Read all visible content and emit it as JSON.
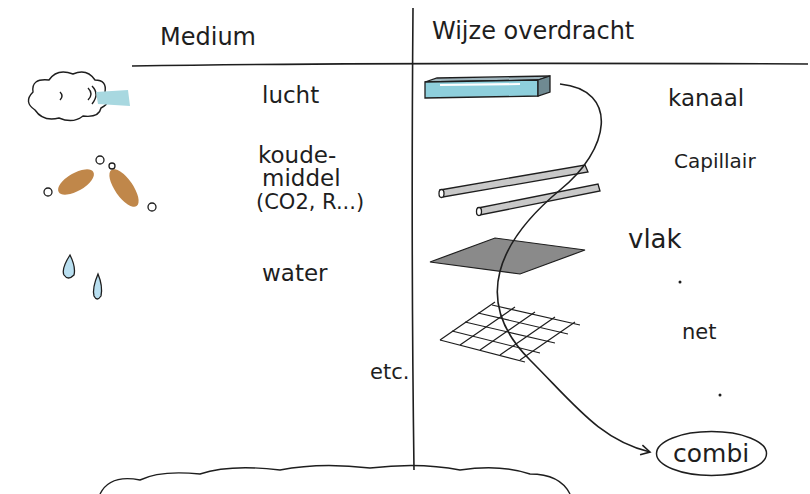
{
  "diagram": {
    "nodes": [
      {
        "text": [
          "combi"
        ]
      }
    ],
    "labels": [
      "Medium",
      "Wijze overdracht",
      "lucht",
      "koude-",
      "middel",
      "(CO2, R...)",
      "water",
      "kanaal",
      "Capillair",
      "vlak",
      "net",
      "etc."
    ]
  }
}
